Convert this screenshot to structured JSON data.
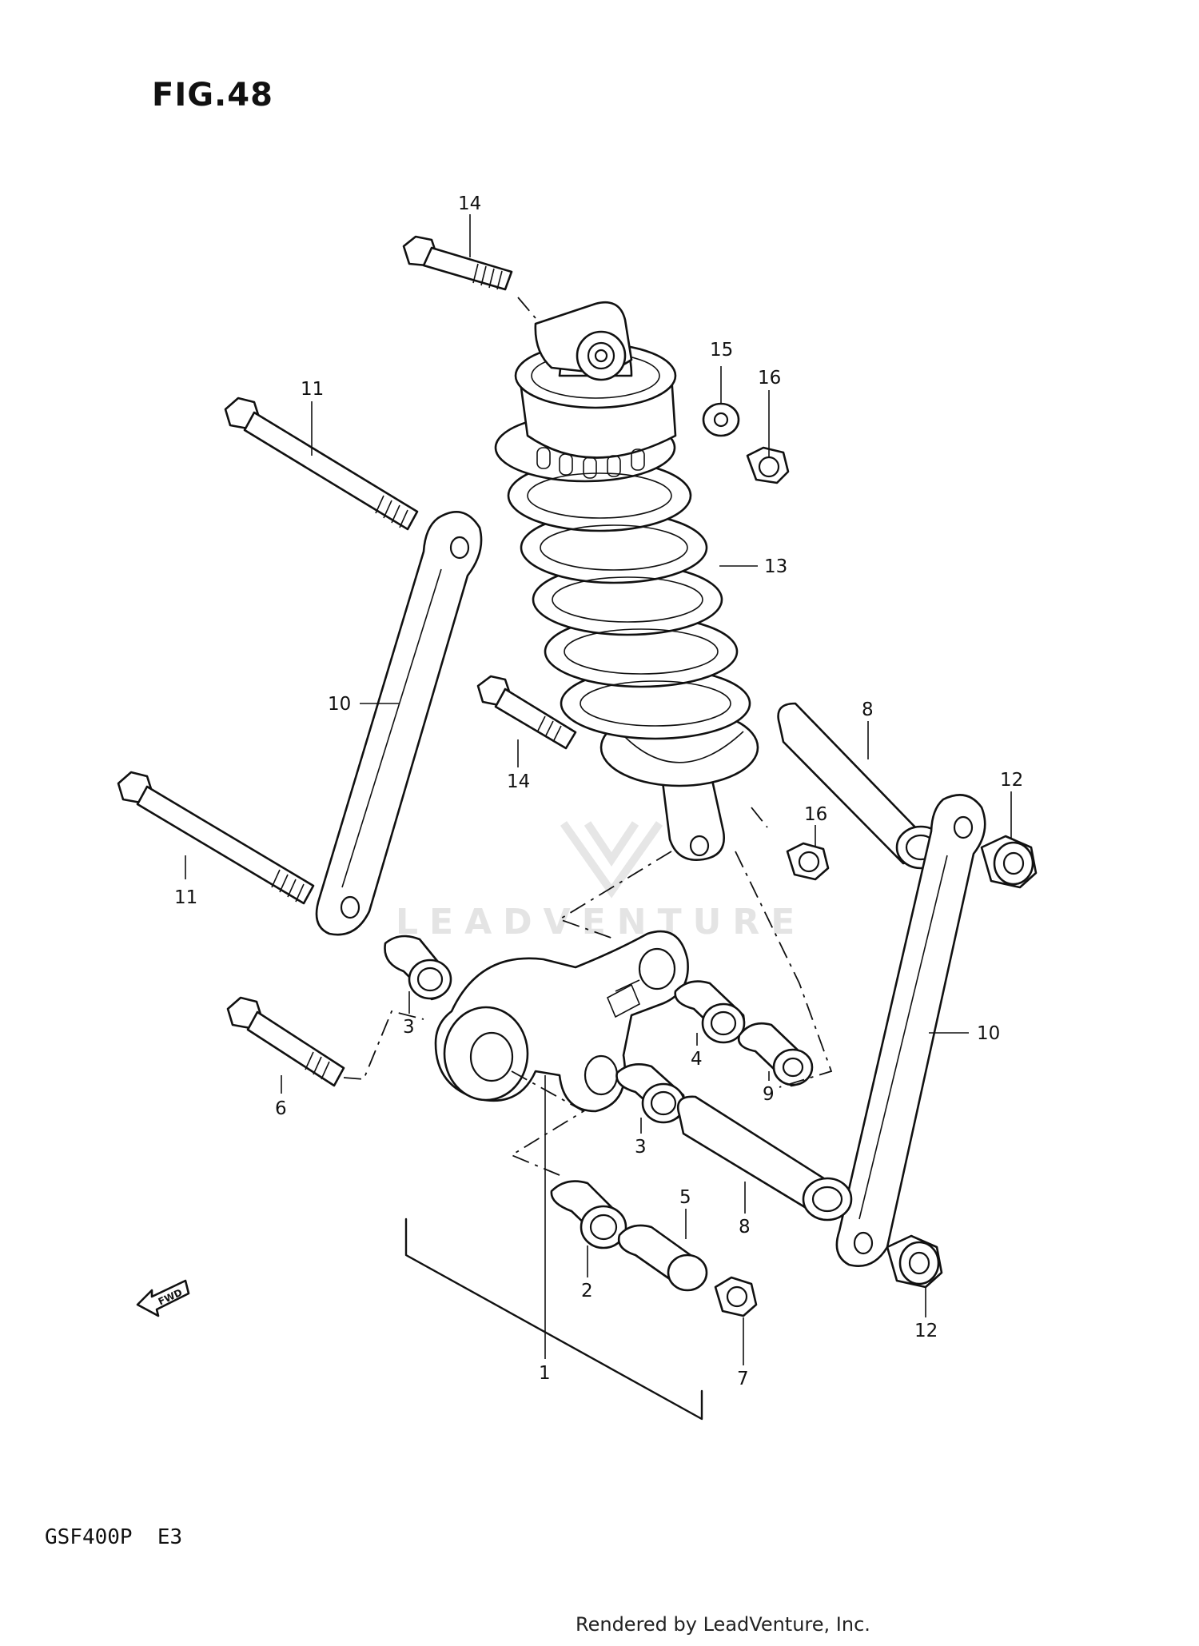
{
  "figure": {
    "title": "FIG.48",
    "model": "GSF400P  E3",
    "footer": "Rendered by LeadVenture, Inc.",
    "watermark": "LEADVENTURE",
    "fwd_label": "FWD"
  },
  "callouts": [
    {
      "id": "c1",
      "label": "1"
    },
    {
      "id": "c2",
      "label": "2"
    },
    {
      "id": "c3a",
      "label": "3"
    },
    {
      "id": "c3b",
      "label": "3"
    },
    {
      "id": "c4",
      "label": "4"
    },
    {
      "id": "c5",
      "label": "5"
    },
    {
      "id": "c6",
      "label": "6"
    },
    {
      "id": "c7",
      "label": "7"
    },
    {
      "id": "c8a",
      "label": "8"
    },
    {
      "id": "c8b",
      "label": "8"
    },
    {
      "id": "c9",
      "label": "9"
    },
    {
      "id": "c10a",
      "label": "10"
    },
    {
      "id": "c10b",
      "label": "10"
    },
    {
      "id": "c11a",
      "label": "11"
    },
    {
      "id": "c11b",
      "label": "11"
    },
    {
      "id": "c12a",
      "label": "12"
    },
    {
      "id": "c12b",
      "label": "12"
    },
    {
      "id": "c13",
      "label": "13"
    },
    {
      "id": "c14a",
      "label": "14"
    },
    {
      "id": "c14b",
      "label": "14"
    },
    {
      "id": "c15",
      "label": "15"
    },
    {
      "id": "c16a",
      "label": "16"
    },
    {
      "id": "c16b",
      "label": "16"
    }
  ]
}
